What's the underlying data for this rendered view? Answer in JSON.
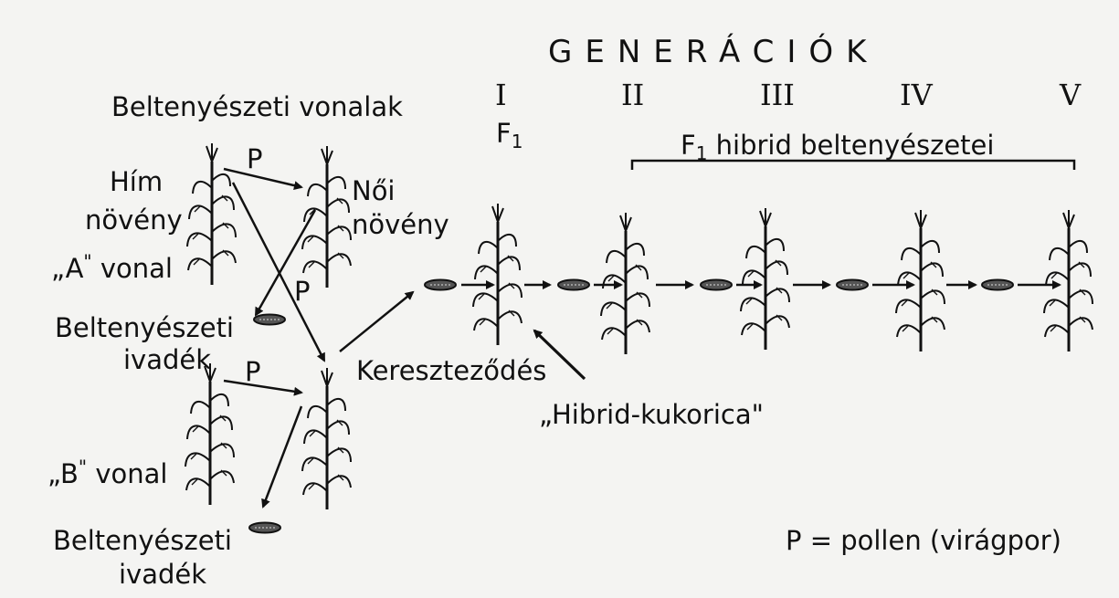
{
  "title": "GENERÁCIÓK",
  "generations": [
    "I",
    "II",
    "III",
    "IV",
    "V"
  ],
  "f1_label": {
    "base": "F",
    "sub": "1"
  },
  "hybrid_bracket": {
    "base": "F",
    "sub": "1",
    "rest": " hibrid beltenyészetei"
  },
  "inbred_lines_title": "Beltenyészeti vonalak",
  "male_plant": [
    "Hím",
    "növény"
  ],
  "female_plant": [
    "Női",
    "növény"
  ],
  "line_a": {
    "open": "„",
    "name": "A",
    "close": "\"",
    "rest": " vonal"
  },
  "line_b": {
    "open": "„",
    "name": "B",
    "close": "\"",
    "rest": " vonal"
  },
  "pollen_marker": "P",
  "inbred_offspring": [
    "Beltenyészeti",
    "ivadék"
  ],
  "cross_label": "Kereszteződés",
  "hybrid_corn": "„Hibrid-kukorica\"",
  "legend": "P = pollen (virágpor)",
  "colors": {
    "ink": "#111111",
    "paper": "#f4f4f2"
  }
}
